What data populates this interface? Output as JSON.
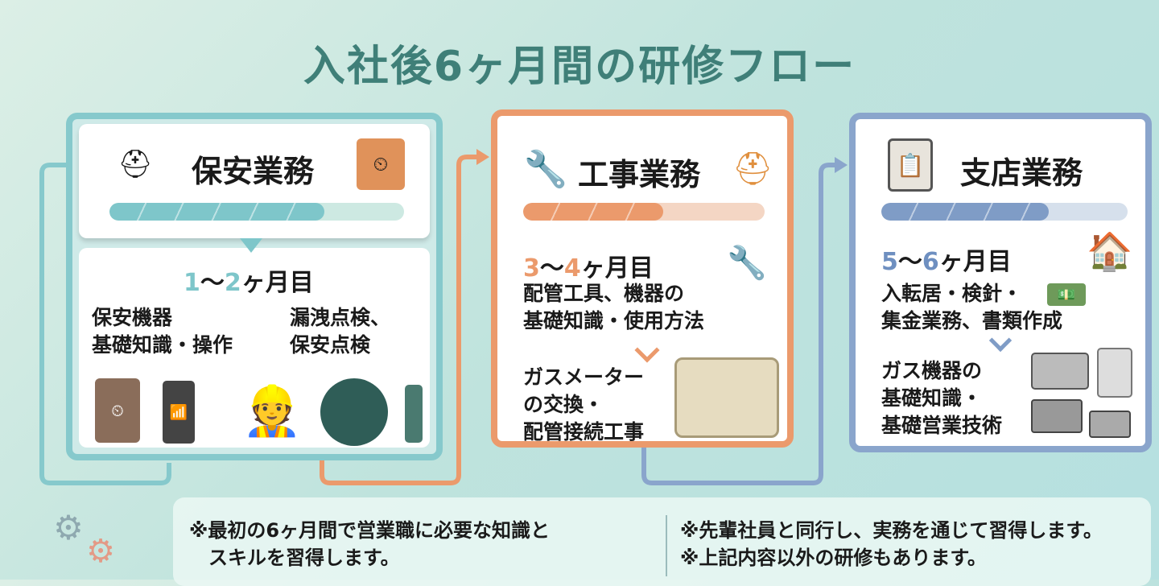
{
  "title": "入社後6ヶ月間の研修フロー",
  "cards": [
    {
      "title": "保安業務",
      "progress": 0.73,
      "month_start": "1",
      "month_sep": "〜",
      "month_end": "2",
      "month_suffix": "ヶ月目",
      "text_left": "保安機器\n基礎知識・操作",
      "text_right": "漏洩点検、\n保安点検",
      "color": "#86c9cc"
    },
    {
      "title": "工事業務",
      "progress": 0.58,
      "month_start": "3",
      "month_sep": "〜",
      "month_end": "4",
      "month_suffix": "ヶ月目",
      "text_1": "配管工具、機器の\n基礎知識・使用方法",
      "text_2": "ガスメーター\nの交換・\n配管接続工事",
      "color": "#eb9a6c"
    },
    {
      "title": "支店業務",
      "progress": 0.68,
      "month_start": "5",
      "month_sep": "〜",
      "month_end": "6",
      "month_suffix": "ヶ月目",
      "text_1": "入転居・検針・\n集金業務、書類作成",
      "text_2": "ガス機器の\n基礎知識・\n基礎営業技術",
      "color": "#8aa5cc"
    }
  ],
  "notes": {
    "left": "※最初の6ヶ月間で営業職に必要な知識と\n　スキルを習得します。",
    "right": "※先輩社員と同行し、実務を通じて習得します。\n※上記内容以外の研修もあります。"
  }
}
